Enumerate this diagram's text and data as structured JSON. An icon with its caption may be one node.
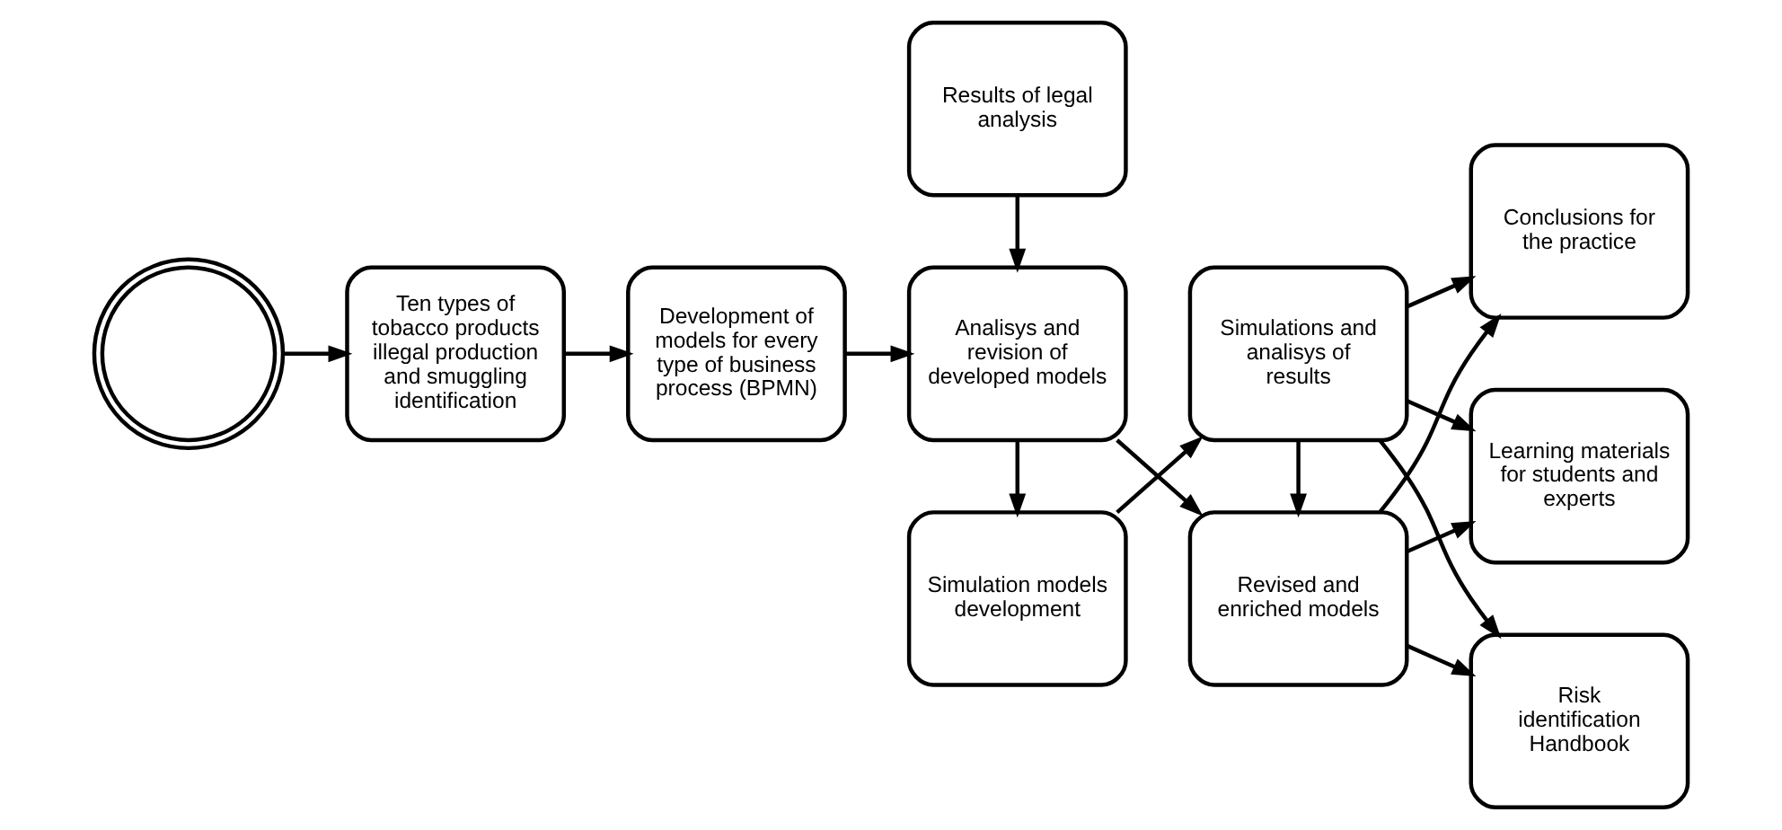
{
  "diagram": {
    "nodes": [
      {
        "text": [],
        "shape": "circle"
      },
      {
        "text": [
          "Ten types of tobacco products illegal production and smuggling identification"
        ]
      },
      {
        "text": [
          "Development of models for every type of business process (BPMN)"
        ]
      },
      {
        "text": [
          "Analisys and revision of developed models"
        ]
      },
      {
        "text": [
          "Simulation models development"
        ]
      },
      {
        "text": [
          "Results of legal analysis"
        ]
      },
      {
        "text": [
          "Simulations and analisys of results"
        ]
      },
      {
        "text": [
          "Revised and enriched models"
        ]
      },
      {
        "text": [
          "Conclusions for the practice"
        ]
      },
      {
        "text": [
          "Learning materials for students and experts"
        ]
      },
      {
        "text": [
          "Risk identification Handbook"
        ]
      }
    ],
    "edges": [
      {
        "from": 0,
        "to": 1,
        "arrow": "to"
      },
      {
        "from": 1,
        "to": 2,
        "arrow": "to"
      },
      {
        "from": 2,
        "to": 3,
        "arrow": "to"
      },
      {
        "from": 3,
        "to": 4,
        "arrow": "to"
      },
      {
        "from": 5,
        "to": 3,
        "arrow": "to"
      },
      {
        "from": 4,
        "to": 6,
        "arrow": "to"
      },
      {
        "from": 3,
        "to": 7,
        "arrow": "to"
      },
      {
        "from": 6,
        "to": 7,
        "arrow": "to"
      },
      {
        "from": 6,
        "to": 8,
        "arrow": "to"
      },
      {
        "from": 6,
        "to": 9,
        "arrow": "to"
      },
      {
        "from": 6,
        "to": 10,
        "arrow": "to"
      },
      {
        "from": 7,
        "to": 8,
        "arrow": "to"
      },
      {
        "from": 7,
        "to": 9,
        "arrow": "to"
      },
      {
        "from": 7,
        "to": 10,
        "arrow": "to"
      }
    ]
  }
}
